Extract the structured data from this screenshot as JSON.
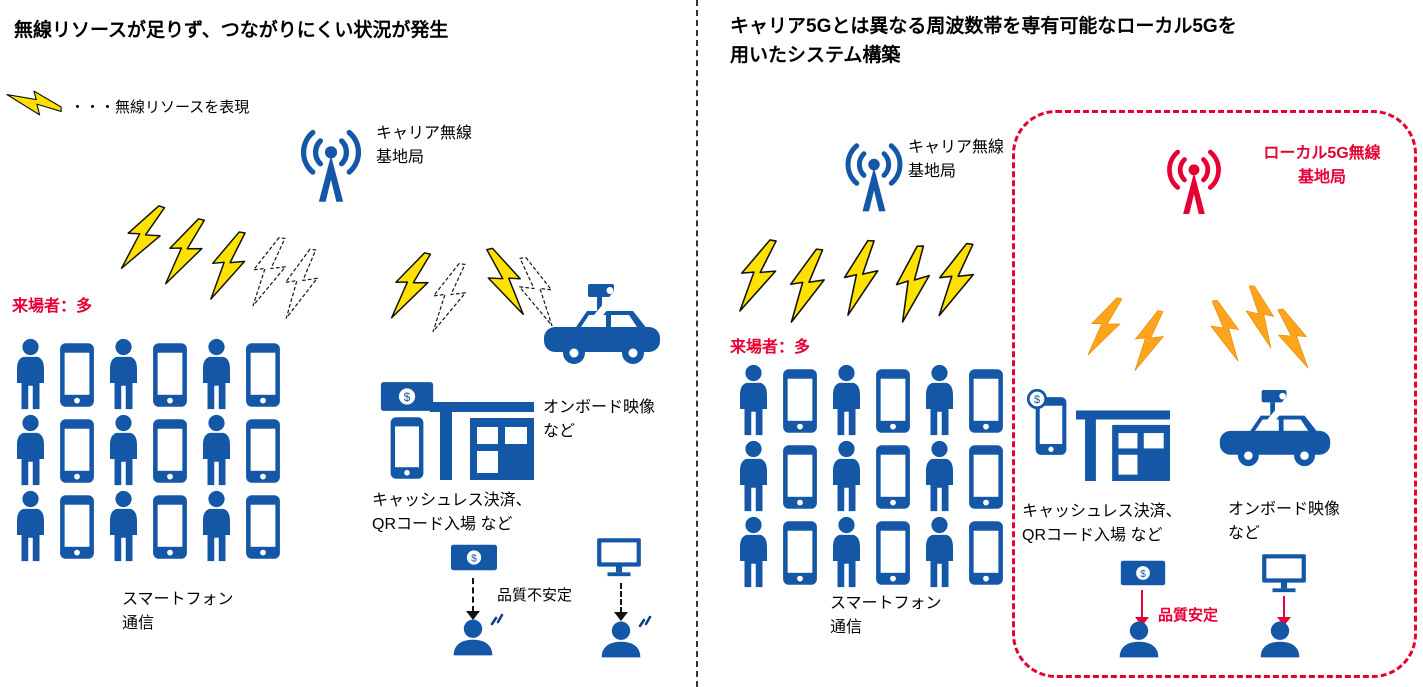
{
  "colors": {
    "blue": "#1457A7",
    "red": "#E60033",
    "yellow": "#FFE100",
    "orange": "#FFA41B"
  },
  "left": {
    "title": "無線リソースが足りず、つながりにくい状況が発生",
    "legend": "・・・無線リソースを表現",
    "carrier": "キャリア無線\n基地局",
    "visitors": "来場者：多",
    "smartphone": "スマートフォン\n通信",
    "cashless": "キャッシュレス決済、\nQRコード入場 など",
    "onboard": "オンボード映像\nなど",
    "quality": "品質不安定"
  },
  "right": {
    "title": "キャリア5Gとは異なる周波数帯を専有可能なローカル5Gを\n用いたシステム構築",
    "carrier": "キャリア無線\n基地局",
    "local5g": "ローカル5G無線\n基地局",
    "visitors": "来場者：多",
    "smartphone": "スマートフォン\n通信",
    "cashless": "キャッシュレス決済、\nQRコード入場 など",
    "onboard": "オンボード映像\nなど",
    "quality": "品質安定"
  },
  "crowd": {
    "rows": 3,
    "cols": 6,
    "pattern": [
      "person",
      "smartphone"
    ]
  },
  "icons": {
    "wireless_resource": "lightning-bolt",
    "carrier_station": "broadcast-tower",
    "local5g_station": "broadcast-tower",
    "visitor": "person-silhouette",
    "smartphone": "smartphone",
    "payment": "banknote",
    "entry": "ticket-gate",
    "onboard": "car-with-roof-camera",
    "display": "desktop-monitor",
    "viewer": "person-bust"
  }
}
